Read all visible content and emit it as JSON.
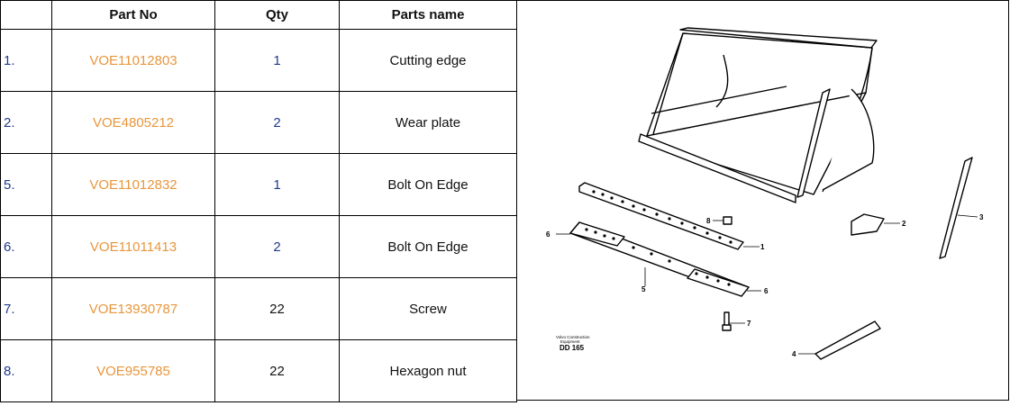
{
  "table": {
    "headers": {
      "index": "",
      "part_no": "Part No",
      "qty": "Qty",
      "parts_name": "Parts name"
    },
    "rows": [
      {
        "index": "1.",
        "part_no": "VOE11012803",
        "qty": "1",
        "name": "Cutting edge"
      },
      {
        "index": "2.",
        "part_no": "VOE4805212",
        "qty": "2",
        "name": "Wear plate"
      },
      {
        "index": "5.",
        "part_no": "VOE11012832",
        "qty": "1",
        "name": "Bolt On Edge"
      },
      {
        "index": "6.",
        "part_no": "VOE11011413",
        "qty": "2",
        "name": "Bolt On Edge"
      },
      {
        "index": "7.",
        "part_no": "VOE13930787",
        "qty": "22",
        "name": "Screw"
      },
      {
        "index": "8.",
        "part_no": "VOE955785",
        "qty": "22",
        "name": "Hexagon nut"
      }
    ]
  },
  "drawing": {
    "callouts": [
      "1",
      "2",
      "3",
      "4",
      "5",
      "6",
      "6",
      "7",
      "8"
    ],
    "caption_line1": "Volvo Construction",
    "caption_line2": "Equipment",
    "caption_code": "DD 165"
  },
  "colors": {
    "part_no": "#e8963c",
    "index": "#1f3a8a",
    "border": "#000000"
  }
}
